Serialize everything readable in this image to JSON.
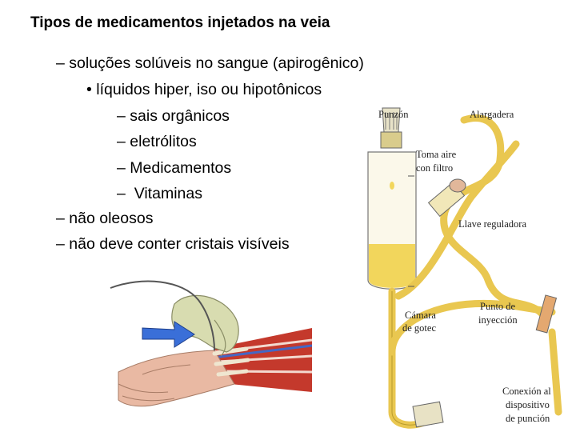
{
  "title": "Tipos de medicamentos injetados na veia",
  "bullets": {
    "b1": {
      "marker": "–",
      "text": "soluções solúveis no sangue (apirogênico)"
    },
    "b2": {
      "marker": "•",
      "text": "líquidos hiper, iso ou hipotônicos"
    },
    "b3": {
      "marker": "–",
      "text": "sais orgânicos"
    },
    "b4": {
      "marker": "–",
      "text": "eletrólitos"
    },
    "b5": {
      "marker": "–",
      "text": "Medicamentos"
    },
    "b6": {
      "marker": "–",
      "text": " Vitaminas"
    },
    "b7": {
      "marker": "–",
      "text": "não oleosos"
    },
    "b8": {
      "marker": "–",
      "text": "não deve conter cristais visíveis"
    }
  },
  "iv_diagram": {
    "punzon": "Punzón",
    "alargadera": "Alargadera",
    "toma_aire_1": "Toma aire",
    "toma_aire_2": "con filtro",
    "llave": "Llave reguladora",
    "camara_1": "Cámara",
    "camara_2": "de gotec",
    "punto_1": "Punto de",
    "punto_2": "inyección",
    "conexion_1": "Conexión al",
    "conexion_2": "dispositivo",
    "conexion_3": "de punción"
  },
  "colors": {
    "tube": "#e9c750",
    "tube_edge": "#b89a2a",
    "fluid": "#f2d65c",
    "glove": "#d8dcb0",
    "skin": "#e9b9a3",
    "muscle": "#c4392c",
    "arrow": "#3a6fd8"
  }
}
